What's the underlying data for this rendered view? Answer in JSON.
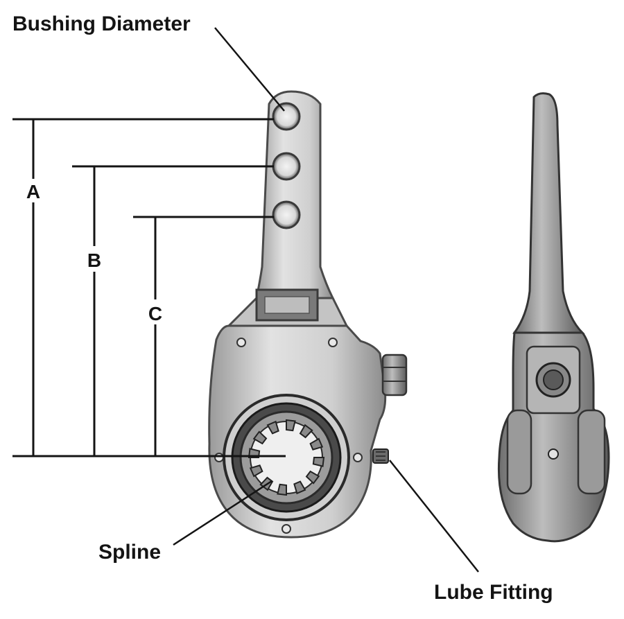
{
  "labels": {
    "bushing_diameter": "Bushing Diameter",
    "spline": "Spline",
    "lube_fitting": "Lube Fitting"
  },
  "dimensions": {
    "a": "A",
    "b": "B",
    "c": "C"
  },
  "colors": {
    "line": "#141414",
    "metal_light": "#d9d9d9",
    "metal_mid": "#a8a8a8",
    "metal_dark": "#5a5a5a"
  }
}
